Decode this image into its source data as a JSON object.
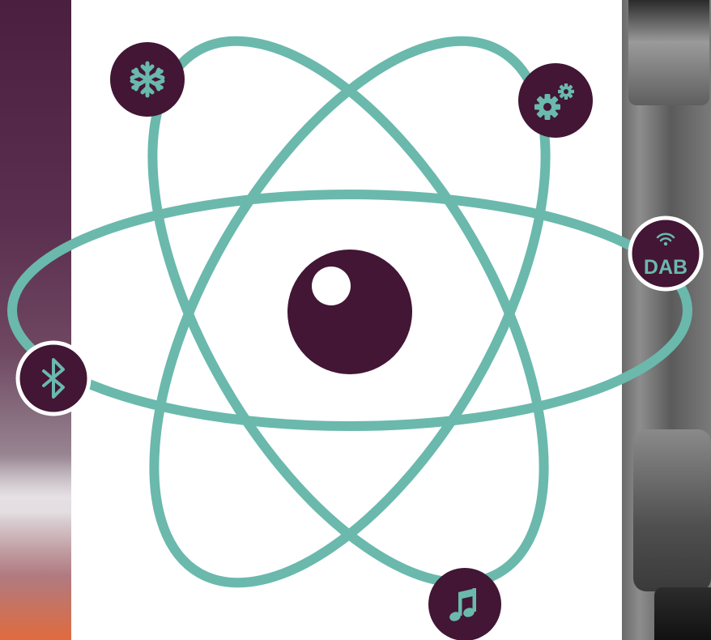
{
  "colors": {
    "orbit": "#6ab9ac",
    "node_fill": "#421634",
    "node_border": "#ffffff",
    "icon": "#6ab9ac",
    "nucleus": "#421634",
    "nucleus_highlight": "#ffffff"
  },
  "nodes": [
    {
      "name": "climate-node",
      "icon": "snowflake-icon"
    },
    {
      "name": "settings-node",
      "icon": "gears-icon"
    },
    {
      "name": "dab-radio-node",
      "icon": "broadcast-icon",
      "label": "DAB"
    },
    {
      "name": "bluetooth-node",
      "icon": "bluetooth-icon"
    },
    {
      "name": "music-node",
      "icon": "music-note-icon"
    }
  ]
}
